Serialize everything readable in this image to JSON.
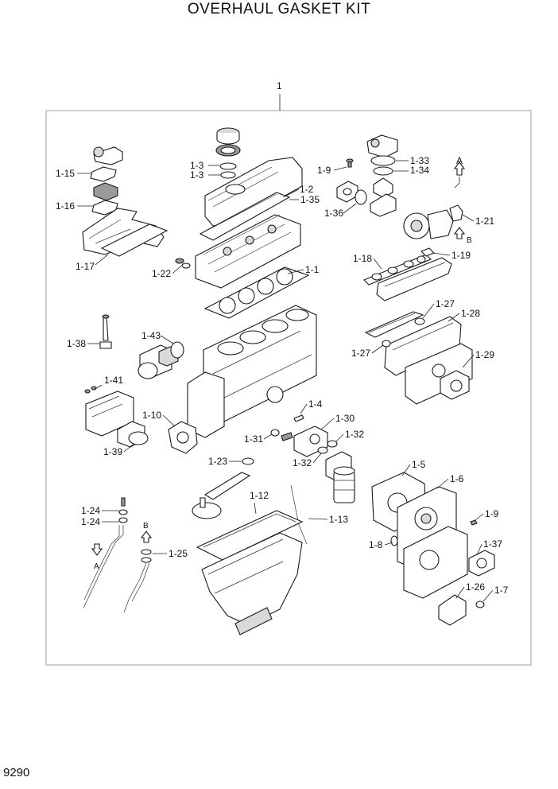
{
  "title": "OVERHAUL GASKET KIT",
  "page_number": "9290",
  "kit_label": "1",
  "callouts": {
    "c1_15": "1-15",
    "c1_16": "1-16",
    "c1_17": "1-17",
    "c1_3a": "1-3",
    "c1_3b": "1-3",
    "c1_2": "1-2",
    "c1_35": "1-35",
    "c1_22": "1-22",
    "c1_1": "1-1",
    "c1_9a": "1-9",
    "c1_36": "1-36",
    "c1_33": "1-33",
    "c1_34": "1-34",
    "c1_21": "1-21",
    "c1_18": "1-18",
    "c1_19": "1-19",
    "c1_27a": "1-27",
    "c1_28": "1-28",
    "c1_27b": "1-27",
    "c1_29": "1-29",
    "c1_38": "1-38",
    "c1_43": "1-43",
    "c1_41": "1-41",
    "c1_10": "1-10",
    "c1_39": "1-39",
    "c1_4": "1-4",
    "c1_30": "1-30",
    "c1_31": "1-31",
    "c1_32a": "1-32",
    "c1_32b": "1-32",
    "c1_23": "1-23",
    "c1_12": "1-12",
    "c1_13": "1-13",
    "c1_24a": "1-24",
    "c1_24b": "1-24",
    "c1_25": "1-25",
    "c1_5": "1-5",
    "c1_6": "1-6",
    "c1_9b": "1-9",
    "c1_8": "1-8",
    "c1_37": "1-37",
    "c1_26": "1-26",
    "c1_7": "1-7"
  },
  "arrow_refs": {
    "a_top": "A",
    "b_top": "B",
    "b_left": "B",
    "a_left": "A"
  }
}
